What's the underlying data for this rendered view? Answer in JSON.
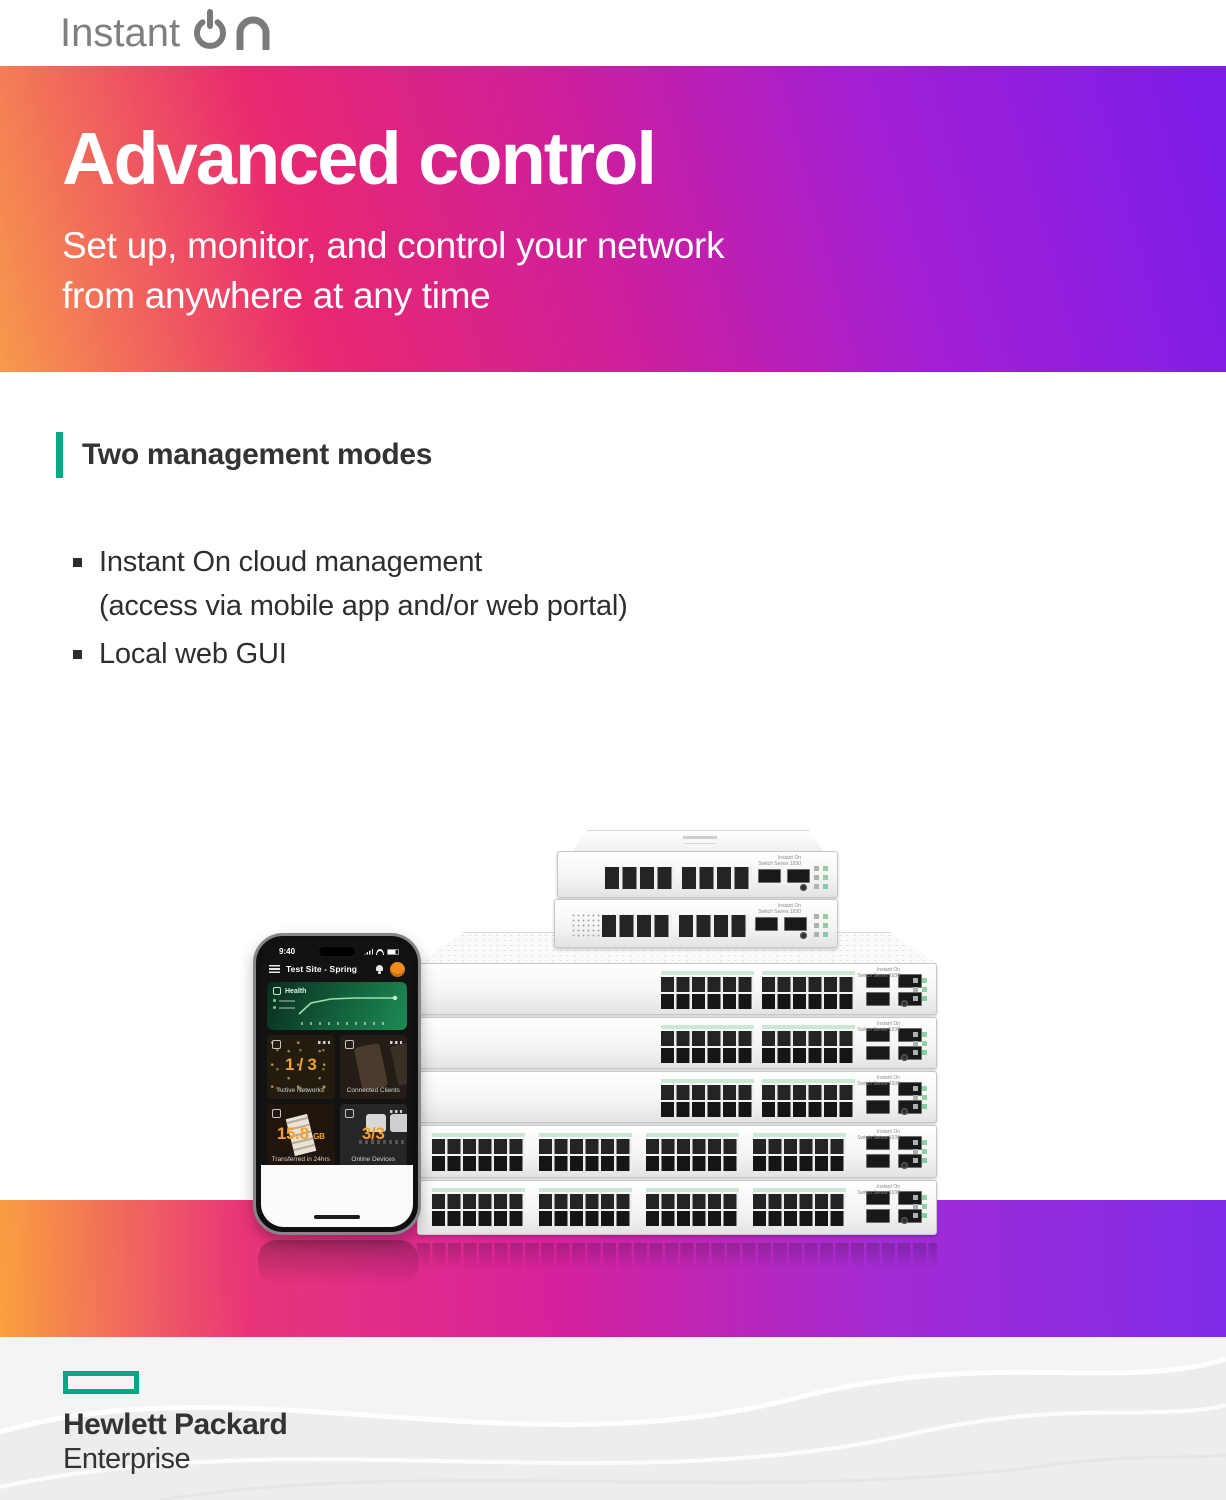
{
  "logo": {
    "text": "Instant"
  },
  "banner": {
    "title": "Advanced control",
    "subtitle_line1": "Set up, monitor, and control your network",
    "subtitle_line2": "from anywhere at any time"
  },
  "features": {
    "heading": "Two management modes",
    "bullet1_line1": "Instant On cloud management",
    "bullet1_line2": "(access via mobile app and/or web portal)",
    "bullet2": "Local web GUI"
  },
  "phone": {
    "time": "9:40",
    "title": "Test Site - Spring",
    "health_label": "Health",
    "tile1_value": "1 / 3",
    "tile1_caption": "Active Networks",
    "tile2_caption": "Connected Clients",
    "tile3_value": "15.8",
    "tile3_unit": "GB",
    "tile3_caption": "Transferred in 24hrs",
    "tile4_value": "3/3",
    "tile4_caption": "Online Devices"
  },
  "switch_label": {
    "line1": "Instant On",
    "line2": "Switch Series 1930"
  },
  "footer": {
    "line1": "Hewlett Packard",
    "line2": "Enterprise"
  },
  "colors": {
    "accent_green": "#01A982",
    "gradient_left": "#F79A4C",
    "gradient_mid": "#CF1F9B",
    "gradient_right": "#7F1DE8",
    "value_orange": "#F5A02E"
  }
}
